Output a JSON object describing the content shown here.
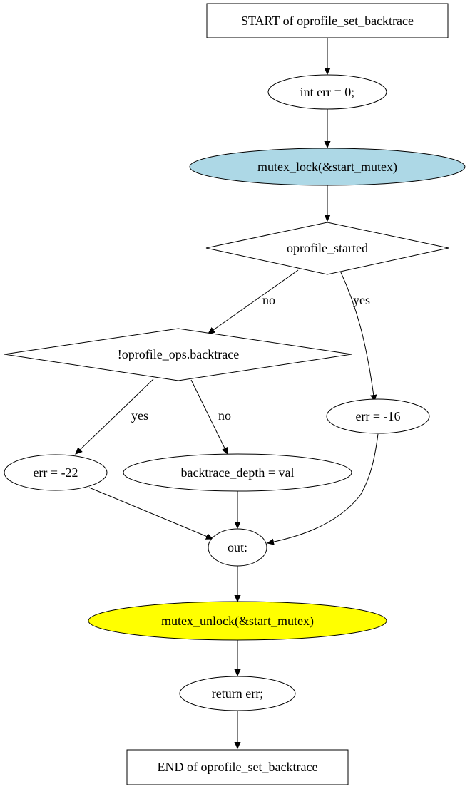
{
  "nodes": {
    "start": {
      "label": "START of oprofile_set_backtrace"
    },
    "init_err": {
      "label": "int err = 0;"
    },
    "mutex_lock": {
      "label": "mutex_lock(&start_mutex)",
      "fill": "#add8e6"
    },
    "check_started": {
      "label": "oprofile_started"
    },
    "check_backtrace": {
      "label": "!oprofile_ops.backtrace"
    },
    "err_busy": {
      "label": "err = -16"
    },
    "err_inval": {
      "label": "err = -22"
    },
    "set_depth": {
      "label": "backtrace_depth = val"
    },
    "out_label": {
      "label": "out:"
    },
    "mutex_unlock": {
      "label": "mutex_unlock(&start_mutex)",
      "fill": "#ffff00"
    },
    "return_err": {
      "label": "return err;"
    },
    "end": {
      "label": "END of oprofile_set_backtrace"
    }
  },
  "edges": {
    "started_no": "no",
    "started_yes": "yes",
    "backtrace_yes": "yes",
    "backtrace_no": "no"
  }
}
